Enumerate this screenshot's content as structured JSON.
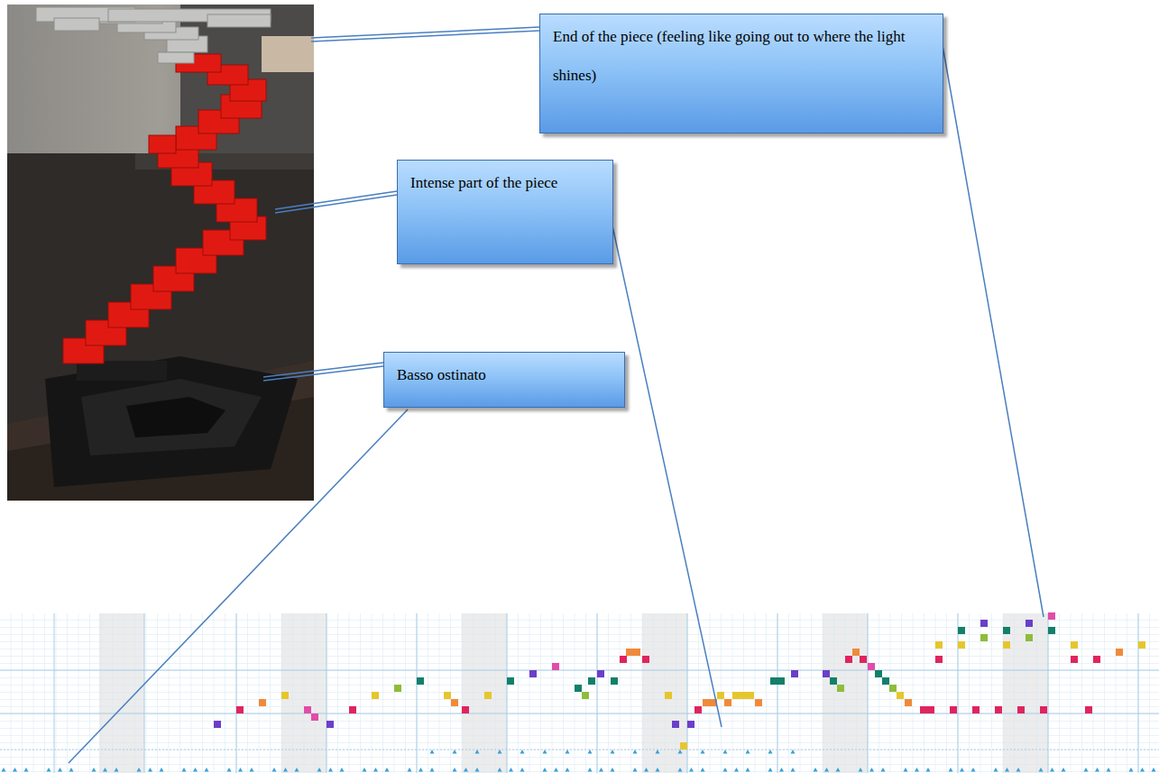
{
  "diagram": {
    "nodes": [
      {
        "text": [
          "End of the piece (feeling like going out to where the light shines)"
        ]
      },
      {
        "text": [
          "Intense part of the piece"
        ]
      },
      {
        "text": [
          "Basso ostinato"
        ]
      }
    ]
  }
}
